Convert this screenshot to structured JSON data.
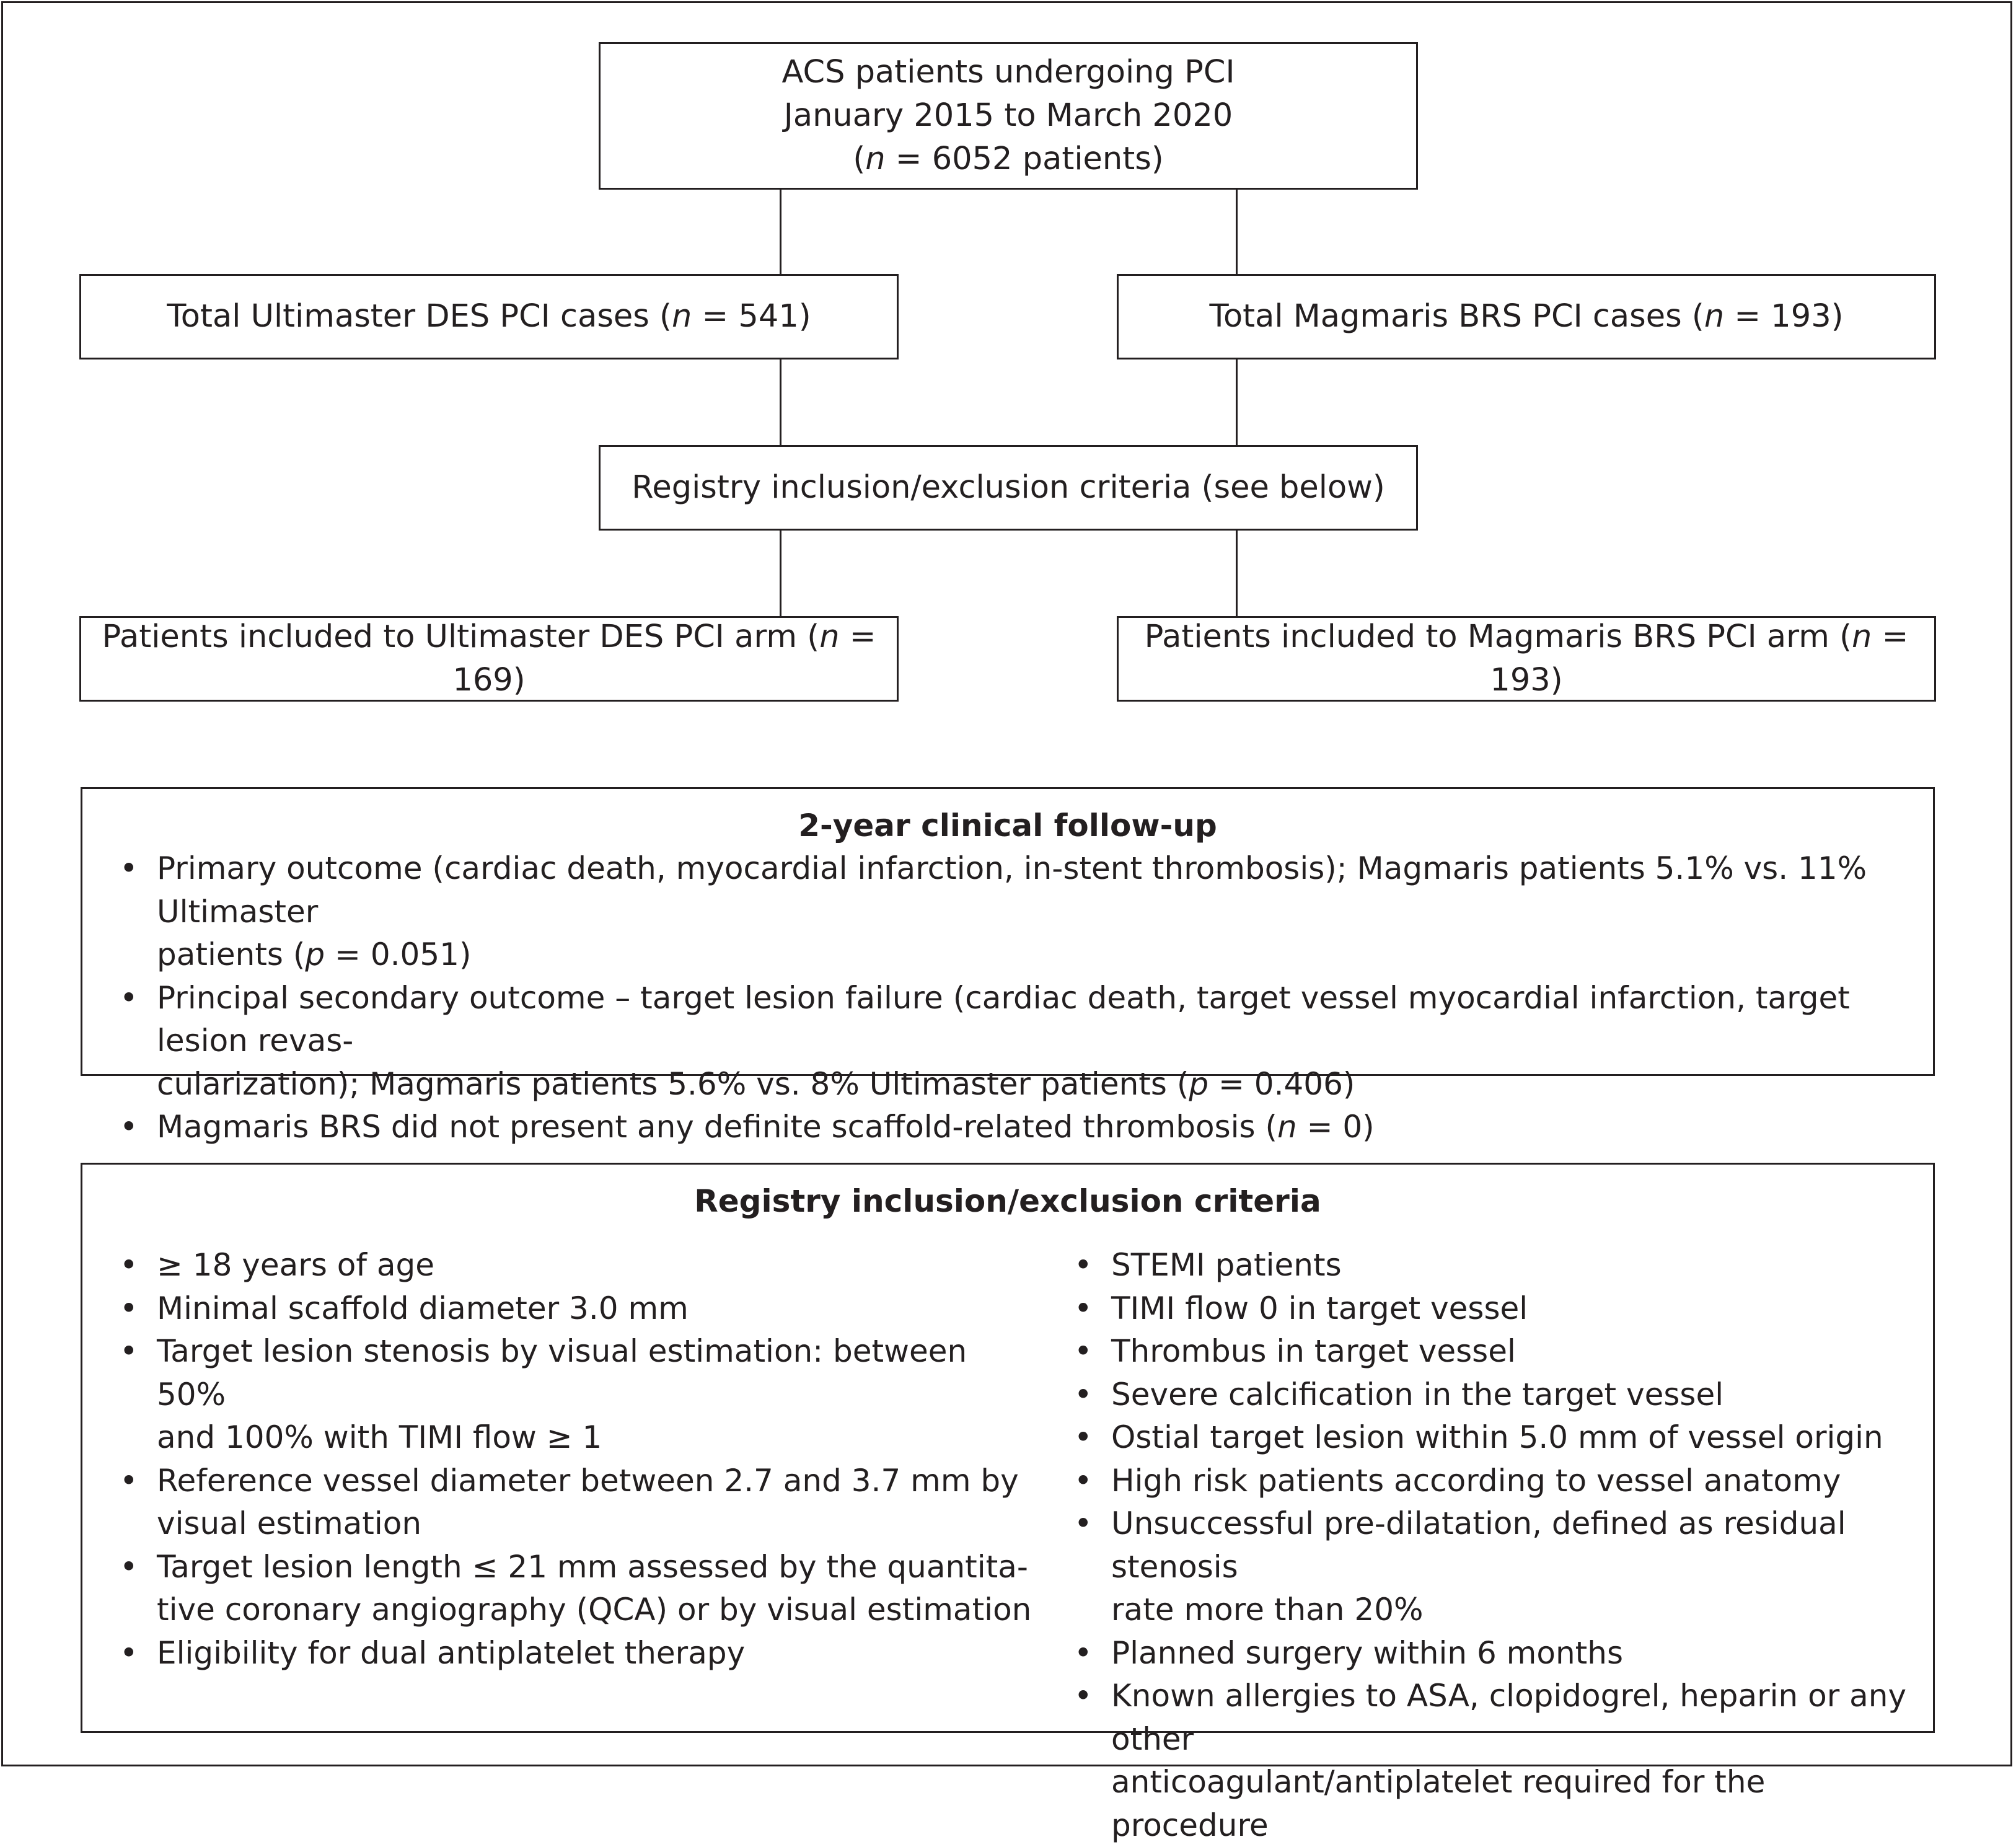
{
  "top_box": {
    "line1": "ACS patients undergoing PCI",
    "line2": "January 2015 to March 2020",
    "n_prefix": "(",
    "n_var": "n",
    "n_rest": " = 6052 patients)"
  },
  "ultimaster_total": {
    "prefix": "Total Ultimaster DES PCI cases (",
    "n_var": "n",
    "suffix": " = 541)"
  },
  "magmaris_total": {
    "prefix": "Total Magmaris BRS PCI cases (",
    "n_var": "n",
    "suffix": " = 193)"
  },
  "criteria_box": {
    "text": "Registry inclusion/exclusion criteria (see below)"
  },
  "ultimaster_included": {
    "prefix": "Patients included to Ultimaster DES PCI arm (",
    "n_var": "n",
    "suffix": " = 169)"
  },
  "magmaris_included": {
    "prefix": "Patients included to Magmaris BRS PCI arm (",
    "n_var": "n",
    "suffix": " = 193)"
  },
  "followup": {
    "heading": "2-year clinical follow-up",
    "item1_line1": "Primary outcome (cardiac death, myocardial infarction, in-stent thrombosis); Magmaris patients 5.1% vs. 11% Ultimaster",
    "item1_line2_prefix": "patients (",
    "item1_var": "p",
    "item1_line2_suffix": " = 0.051)",
    "item2_line1": "Principal secondary outcome – target lesion failure (cardiac death, target vessel myocardial infarction, target lesion revas-",
    "item2_line2_prefix": "cularization); Magmaris patients 5.6% vs. 8% Ultimaster patients (",
    "item2_var": "p",
    "item2_line2_suffix": " = 0.406)",
    "item3_prefix": "Magmaris BRS did not present any definite scaffold-related thrombosis (",
    "item3_var": "n",
    "item3_suffix": " = 0)"
  },
  "criteria": {
    "heading": "Registry inclusion/exclusion criteria",
    "inclusion": [
      [
        "≥ 18 years of age"
      ],
      [
        "Minimal scaffold diameter 3.0 mm"
      ],
      [
        "Target lesion stenosis by visual estimation: between 50%",
        "and 100% with TIMI flow ≥ 1"
      ],
      [
        "Reference vessel diameter between 2.7 and 3.7 mm by",
        "visual estimation"
      ],
      [
        "Target lesion length ≤ 21 mm assessed by the quantita-",
        "tive coronary angiography (QCA) or by visual estimation"
      ],
      [
        "Eligibility for dual antiplatelet therapy"
      ]
    ],
    "exclusion": [
      [
        "STEMI patients"
      ],
      [
        "TIMI flow 0 in target vessel"
      ],
      [
        "Thrombus in target vessel"
      ],
      [
        "Severe calcification in the target vessel"
      ],
      [
        "Ostial target lesion within 5.0 mm of vessel origin"
      ],
      [
        "High risk patients according to vessel anatomy"
      ],
      [
        "Unsuccessful pre-dilatation, defined as residual stenosis",
        "rate more than 20%"
      ],
      [
        "Planned surgery within 6 months"
      ],
      [
        "Known allergies to ASA, clopidogrel, heparin or any other",
        "anticoagulant/antiplatelet required for the procedure"
      ]
    ]
  }
}
